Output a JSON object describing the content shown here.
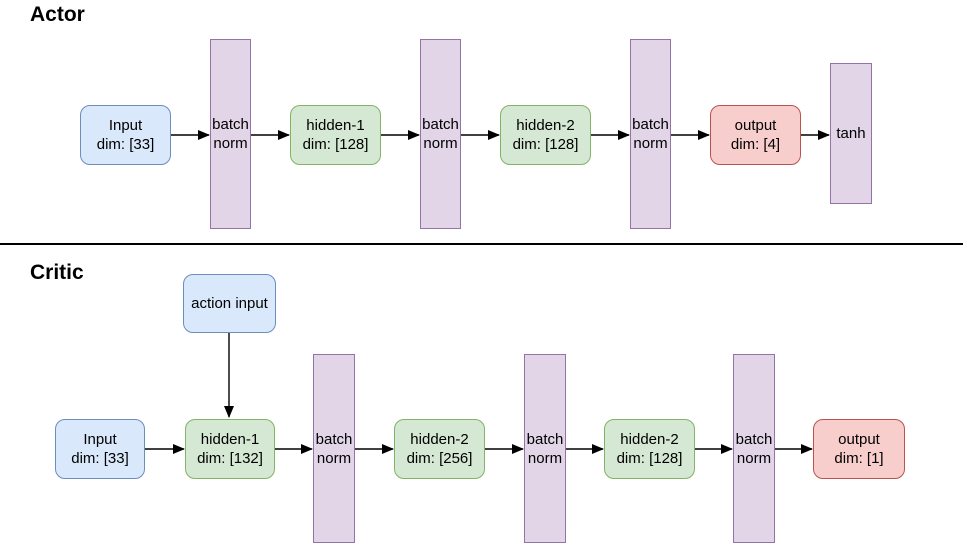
{
  "diagram": {
    "actor": {
      "title": "Actor",
      "nodes": {
        "input": {
          "label": "Input\ndim: [33]"
        },
        "bn1": {
          "label": "batch\nnorm"
        },
        "hidden1": {
          "label": "hidden-1\ndim: [128]"
        },
        "bn2": {
          "label": "batch\nnorm"
        },
        "hidden2": {
          "label": "hidden-2\ndim: [128]"
        },
        "bn3": {
          "label": "batch\nnorm"
        },
        "output": {
          "label": "output\ndim: [4]"
        },
        "tanh": {
          "label": "tanh"
        }
      }
    },
    "critic": {
      "title": "Critic",
      "nodes": {
        "action_input": {
          "label": "action input"
        },
        "input": {
          "label": "Input\ndim: [33]"
        },
        "hidden1": {
          "label": "hidden-1\ndim: [132]"
        },
        "bn1": {
          "label": "batch\nnorm"
        },
        "hidden2a": {
          "label": "hidden-2\ndim: [256]"
        },
        "bn2": {
          "label": "batch\nnorm"
        },
        "hidden2b": {
          "label": "hidden-2\ndim: [128]"
        },
        "bn3": {
          "label": "batch\nnorm"
        },
        "output": {
          "label": "output\ndim: [1]"
        }
      }
    },
    "colors": {
      "input_fill": "#dae8fc",
      "input_stroke": "#6c8ebf",
      "hidden_fill": "#d5e8d4",
      "hidden_stroke": "#82b366",
      "output_fill": "#f8cecc",
      "output_stroke": "#b85450",
      "norm_fill": "#e1d5e7",
      "norm_stroke": "#9673a6",
      "arrow": "#000000",
      "divider": "#000000"
    }
  }
}
